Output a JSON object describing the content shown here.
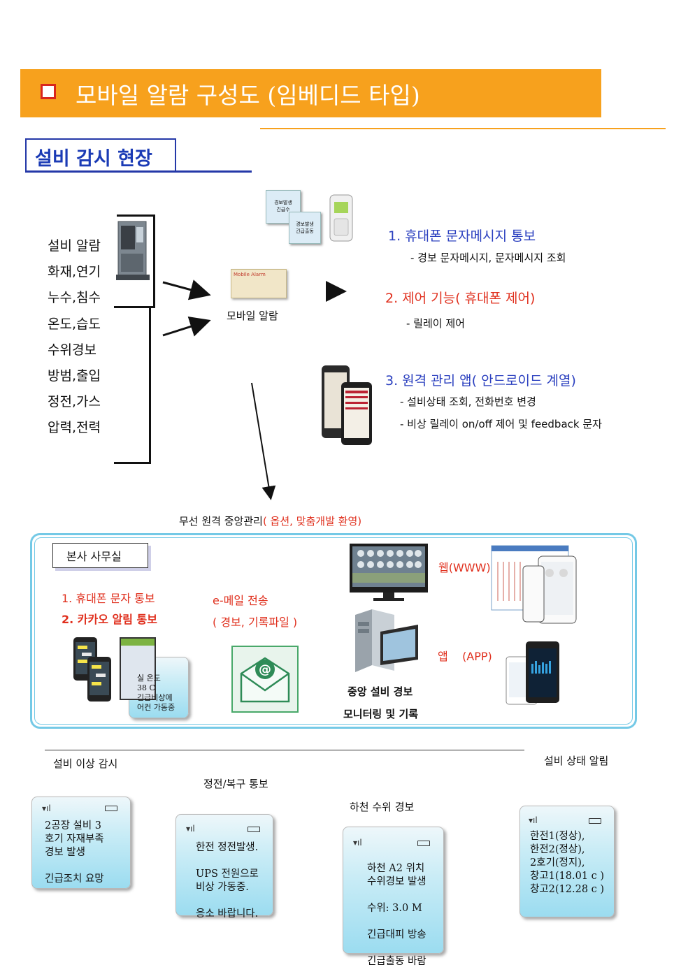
{
  "header": {
    "title": "모바일 알람 구성도 (임베디드 타입)"
  },
  "section": {
    "title": "설비 감시 현장"
  },
  "sensors": [
    "설비 알람",
    "화재,연기",
    "누수,침수",
    "온도,습도",
    "수위경보",
    "방범,출입",
    "정전,가스",
    "압력,전력"
  ],
  "device": {
    "label": "모바일 알람",
    "image_text": "Mobile Alarm",
    "card1": [
      "경보발생",
      "긴급수"
    ],
    "card2": [
      "경보발생",
      "긴급출동"
    ]
  },
  "features": [
    {
      "title": "1. 휴대폰 문자메시지  통보",
      "items": [
        "- 경보 문자메시지, 문자메시지 조회"
      ]
    },
    {
      "title": "2. 제어 기능( 휴대폰 제어)",
      "items": [
        "- 릴레이 제어"
      ]
    },
    {
      "title": "3. 원격 관리 앱( 안드로이드 계열)",
      "items": [
        "- 설비상태 조회, 전화번호 변경",
        "- 비상 릴레이 on/off 제어 및 feedback 문자"
      ]
    }
  ],
  "central": {
    "caption_main": "무선 원격 중앙관리",
    "caption_option": "( 옵션, 맞춤개발 환영)",
    "office_label": "본사 사무실",
    "notify": [
      "1.  휴대폰 문자 통보",
      "2.  카카오 알림 통보"
    ],
    "email": [
      "e-메일 전송",
      "( 경보, 기록파일 )"
    ],
    "phone_msg": "실 온도\n38 C\n긴급비상에\n어컨 가동중",
    "web_label": "웹(WWW)",
    "app_label": "앱    (APP)",
    "server_label": [
      "중앙 설비 경보",
      "모니터링 및 기록"
    ]
  },
  "examples": [
    {
      "caption": "설비 이상 감시",
      "message": "2공장 설비 3\n호기 자재부족\n경보 발생\n\n긴급조치 요망"
    },
    {
      "caption": "정전/복구 통보",
      "message": "한전 정전발생.\n\nUPS 전원으로\n비상 가동중.\n\n응소 바랍니다."
    },
    {
      "caption": "하천 수위 경보",
      "message": "하천 A2 위치\n수위경보 발생\n\n수위: 3.0 M\n\n긴급대피 방송\n\n긴급출동 바람"
    },
    {
      "caption": "설비 상태 알림",
      "message": "한전1(정상),\n한전2(정상),\n2호기(정지),\n창고1(18.01 c )\n창고2(12.28 c )"
    }
  ],
  "colors": {
    "banner": "#f7a11d",
    "section_blue": "#2438a8",
    "feature_blue": "#2a3fbf",
    "feature_red": "#e0301e",
    "hq_border": "#74c9e6"
  }
}
